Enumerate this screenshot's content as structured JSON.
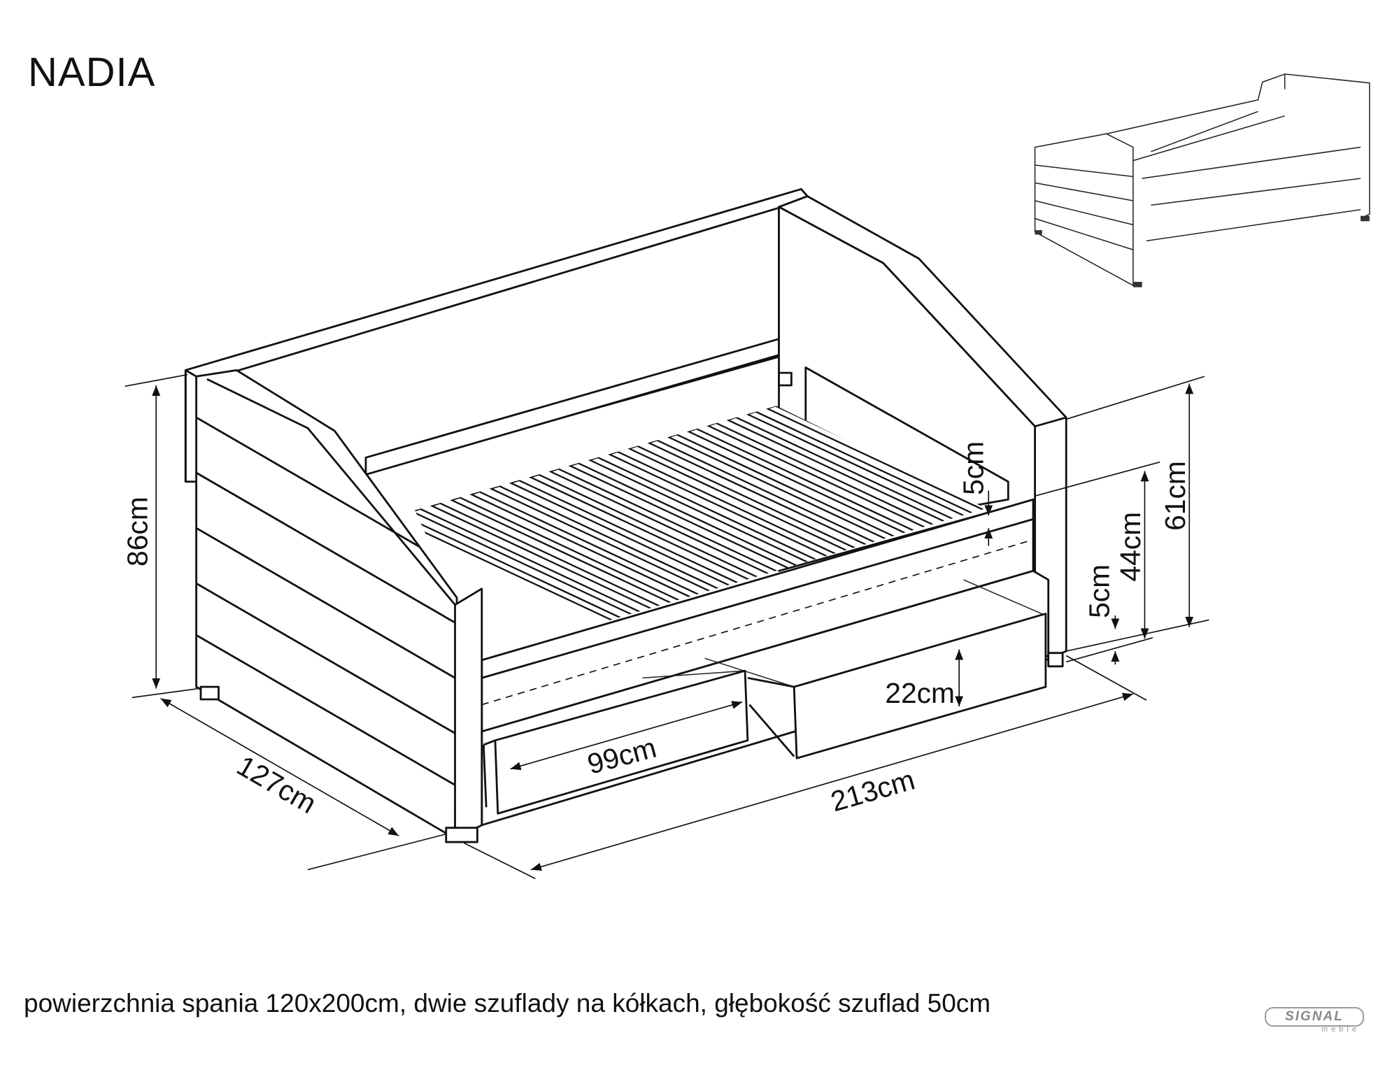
{
  "title": "NADIA",
  "footer": "powierzchnia spania 120x200cm, dwie szuflady na kółkach, głębokość szuflad 50cm",
  "dimensions": {
    "height_total": "86cm",
    "width": "127cm",
    "length": "213cm",
    "drawer_width": "99cm",
    "drawer_height": "22cm",
    "arm_height": "61cm",
    "sleeping_height": "44cm",
    "clearance": "5cm",
    "mattress_inset": "5cm"
  },
  "logo": {
    "name": "SIGNAL",
    "sub": "meble"
  }
}
